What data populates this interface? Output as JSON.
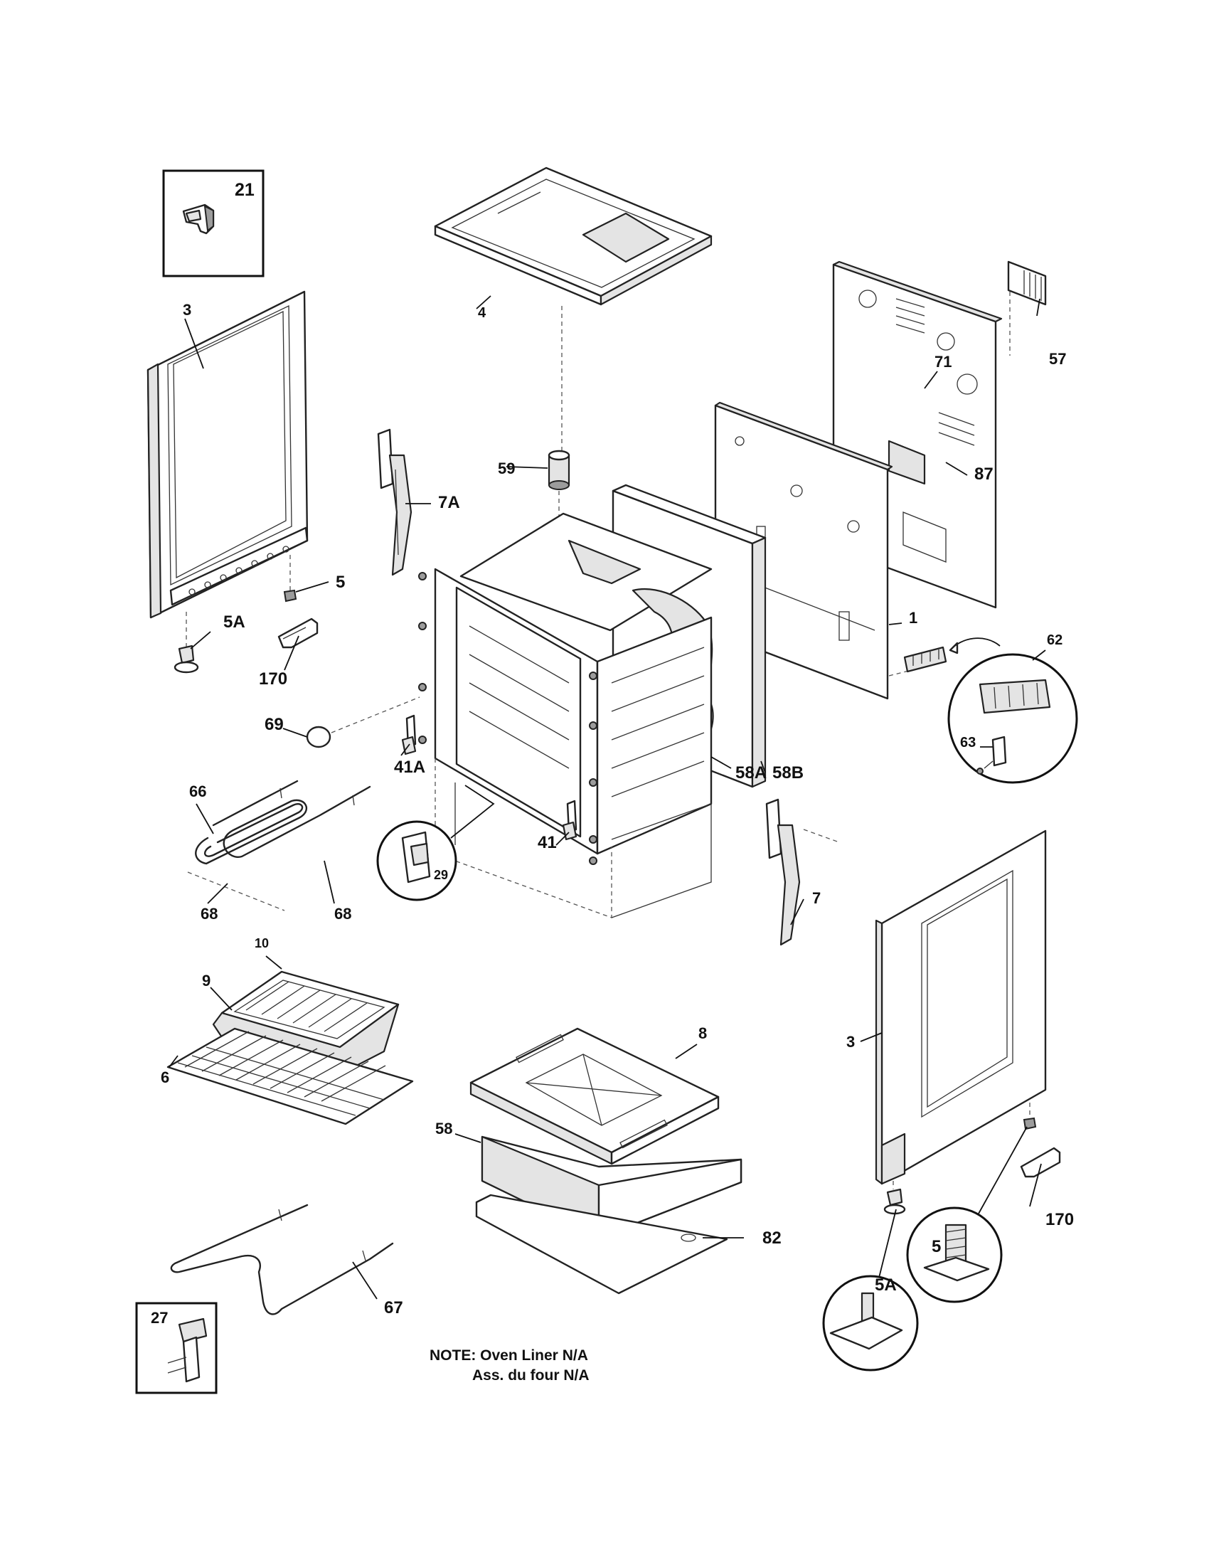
{
  "parts": [
    {
      "id": "part-21",
      "label": "21"
    },
    {
      "id": "part-3-left",
      "label": "3"
    },
    {
      "id": "part-4",
      "label": "4"
    },
    {
      "id": "part-57",
      "label": "57"
    },
    {
      "id": "part-71",
      "label": "71"
    },
    {
      "id": "part-87",
      "label": "87"
    },
    {
      "id": "part-59",
      "label": "59"
    },
    {
      "id": "part-7a",
      "label": "7A"
    },
    {
      "id": "part-5-left",
      "label": "5"
    },
    {
      "id": "part-5a-left",
      "label": "5A"
    },
    {
      "id": "part-170-left",
      "label": "170"
    },
    {
      "id": "part-1",
      "label": "1"
    },
    {
      "id": "part-62",
      "label": "62"
    },
    {
      "id": "part-63",
      "label": "63"
    },
    {
      "id": "part-69",
      "label": "69"
    },
    {
      "id": "part-41a",
      "label": "41A"
    },
    {
      "id": "part-58a",
      "label": "58A"
    },
    {
      "id": "part-58b",
      "label": "58B"
    },
    {
      "id": "part-66",
      "label": "66"
    },
    {
      "id": "part-29",
      "label": "29"
    },
    {
      "id": "part-41",
      "label": "41"
    },
    {
      "id": "part-68-left",
      "label": "68"
    },
    {
      "id": "part-68-right",
      "label": "68"
    },
    {
      "id": "part-7",
      "label": "7"
    },
    {
      "id": "part-10",
      "label": "10"
    },
    {
      "id": "part-9",
      "label": "9"
    },
    {
      "id": "part-6",
      "label": "6"
    },
    {
      "id": "part-8",
      "label": "8"
    },
    {
      "id": "part-3-right",
      "label": "3"
    },
    {
      "id": "part-58",
      "label": "58"
    },
    {
      "id": "part-82",
      "label": "82"
    },
    {
      "id": "part-170-right",
      "label": "170"
    },
    {
      "id": "part-5-right",
      "label": "5"
    },
    {
      "id": "part-5a-right",
      "label": "5A"
    },
    {
      "id": "part-67",
      "label": "67"
    },
    {
      "id": "part-27",
      "label": "27"
    }
  ],
  "note": {
    "line1": "NOTE: Oven Liner N/A",
    "line2": "Ass. du four N/A"
  }
}
